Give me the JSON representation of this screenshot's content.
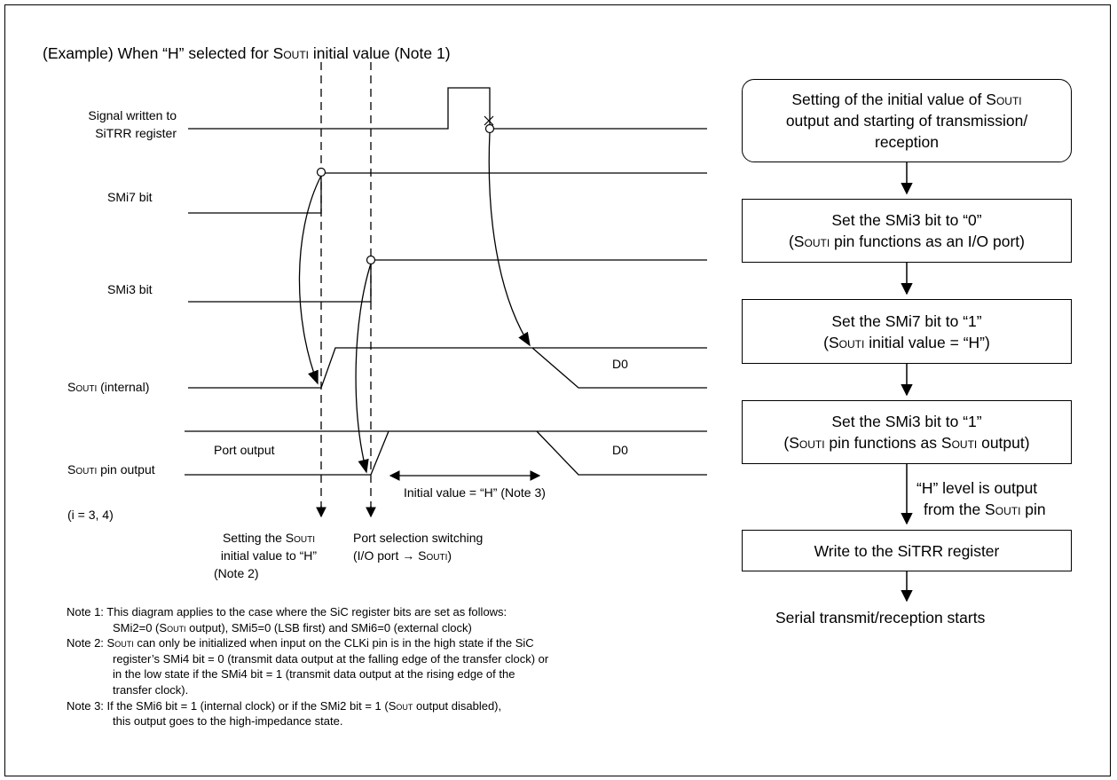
{
  "title": {
    "prefix": "(Example) When “H” selected for S",
    "sc": "outi",
    "suffix": " initial value (Note 1)"
  },
  "signals": {
    "sitrr_line1": "Signal written to",
    "sitrr_line2": "SiTRR register",
    "smi7": "SMi7 bit",
    "smi3": "SMi3 bit",
    "souti_internal_sc": "Souti",
    "souti_internal_rest": " (internal)",
    "souti_pin_sc": "Souti",
    "souti_pin_rest": " pin output",
    "i_range": "(i = 3, 4)"
  },
  "waveform_labels": {
    "port_output": "Port output",
    "d0_internal": "D0",
    "d0_pin": "D0",
    "initial_value": "Initial value = “H” (Note 3)"
  },
  "annotations": {
    "setting_line1_pre": "Setting the S",
    "setting_line1_sc": "outi",
    "setting_line2": "initial value to “H”",
    "setting_line3": "(Note 2)",
    "port_sel_line1": "Port selection switching",
    "port_sel_line2_pre": "(I/O port ",
    "port_sel_arrow": "→",
    "port_sel_line2_post": " S",
    "port_sel_line2_sc": "outi",
    "port_sel_line2_end": ")"
  },
  "flowchart": {
    "start_line1": "Setting of the initial value of S",
    "start_line1_sc": "outi",
    "start_line2": "output and starting of transmission/",
    "start_line3": "reception",
    "step1_line1": "Set the SMi3 bit to “0”",
    "step1_line2_pre": "(S",
    "step1_line2_sc": "outi",
    "step1_line2_post": " pin functions as an I/O port)",
    "step2_line1": "Set the SMi7 bit to “1”",
    "step2_line2_pre": "(S",
    "step2_line2_sc": "outi",
    "step2_line2_post": " initial value = “H”)",
    "step3_line1": "Set the SMi3 bit to “1”",
    "step3_line2_pre": "(S",
    "step3_line2_sc": "outi",
    "step3_line2_mid": " pin functions as S",
    "step3_line2_sc2": "outi",
    "step3_line2_post": " output)",
    "arrow_note_line1": "“H” level is output",
    "arrow_note_line2": "from the S",
    "arrow_note_line2_sc": "outi",
    "arrow_note_line2_post": " pin",
    "step4": "Write to the SiTRR register",
    "end": "Serial transmit/reception starts"
  },
  "notes": {
    "n1_label": "Note 1: ",
    "n1_l1": "This diagram applies to the case where the SiC register bits are set as follows:",
    "n1_l2_a": "SMi2=0 (S",
    "n1_l2_sc": "outi",
    "n1_l2_b": " output), SMi5=0 (LSB first) and SMi6=0 (external clock)",
    "n2_label": "Note 2: ",
    "n2_l1_a": "S",
    "n2_l1_sc": "outi",
    "n2_l1_b": " can only be initialized when input on the CLKi pin is in the high state if the SiC",
    "n2_l2": "register’s SMi4 bit = 0 (transmit data output at the falling edge of the transfer clock) or",
    "n2_l3": "in the low state if the SMi4 bit = 1 (transmit data output at the rising edge of the",
    "n2_l4": "transfer clock).",
    "n3_label": "Note 3: ",
    "n3_l1_a": "If the SMi6 bit = 1 (internal clock) or if the SMi2 bit = 1 (S",
    "n3_l1_sc": "out",
    "n3_l1_b": " output disabled),",
    "n3_l2": "this output goes to the high-impedance state."
  }
}
